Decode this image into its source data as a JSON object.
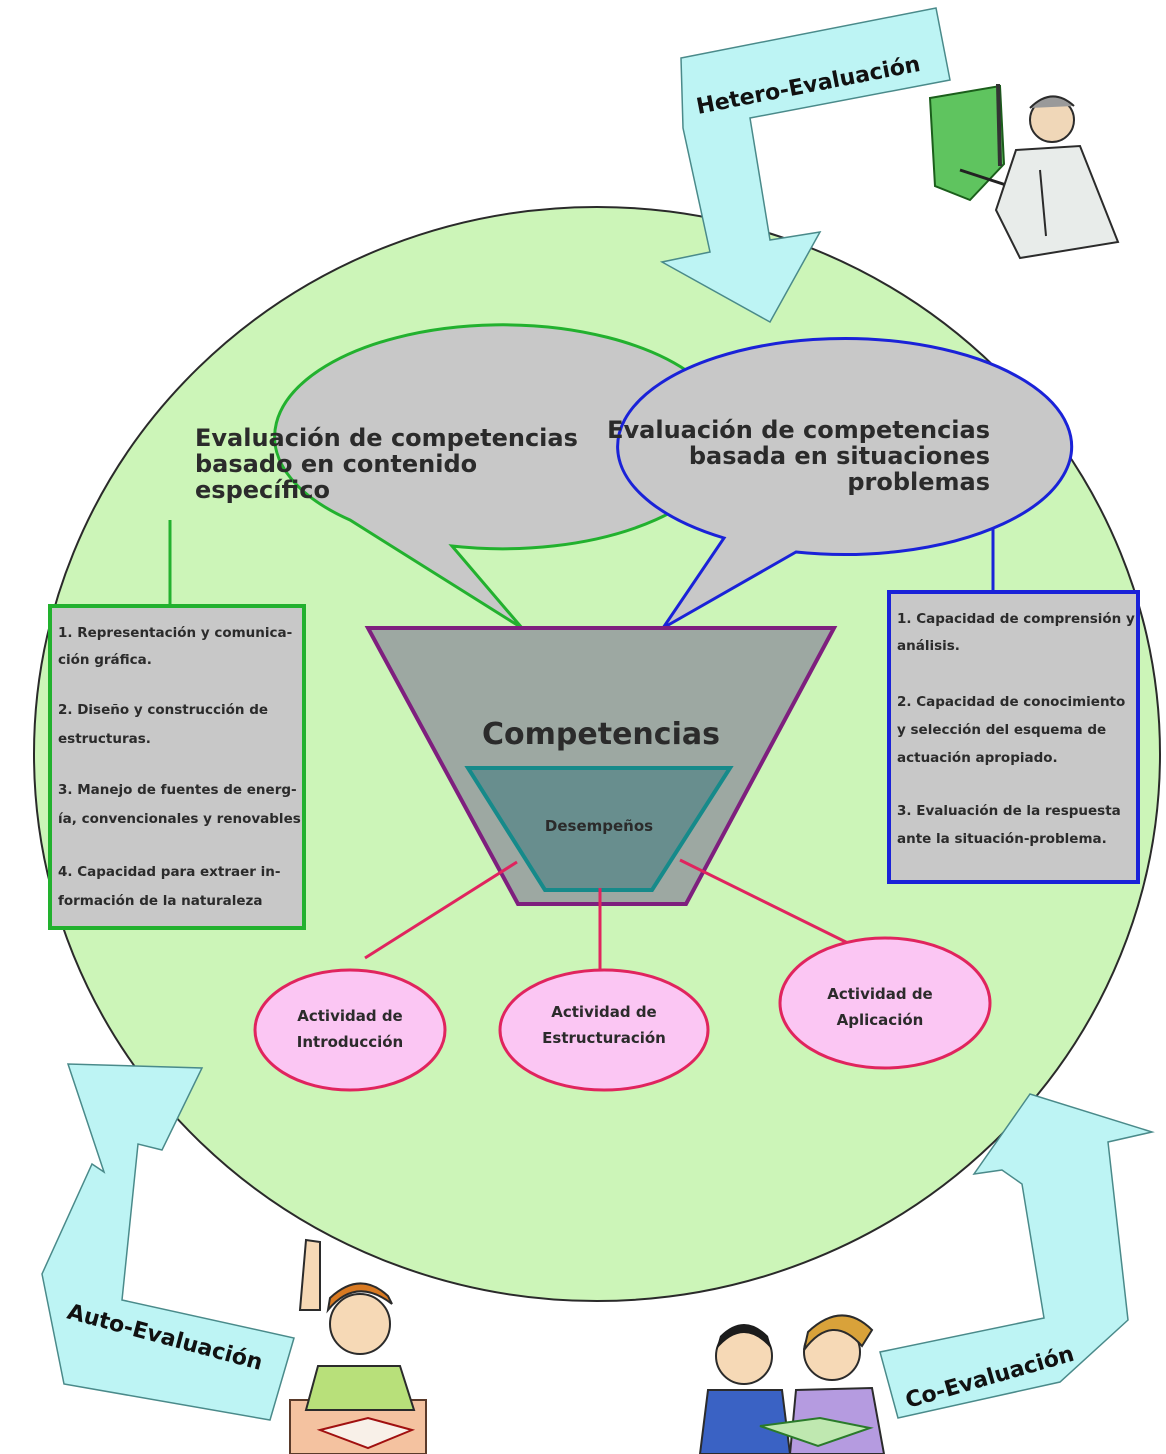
{
  "evaluations": {
    "hetero": "Hetero-Evaluación",
    "auto": "Auto-Evaluación",
    "co": "Co-Evaluación"
  },
  "left_bubble": {
    "lines": [
      "Evaluación de competencias",
      "basado en  contenido",
      "específico"
    ]
  },
  "right_bubble": {
    "lines": [
      "Evaluación de competencias",
      "basada en situaciones",
      "problemas"
    ]
  },
  "left_box": {
    "lines": [
      "1. Representación y comunica-",
      "ción gráfica.",
      "2. Diseño y construcción de",
      "estructuras.",
      "3. Manejo de fuentes de energ-",
      "ía, convencionales y renovables",
      "4. Capacidad para extraer in-",
      "formación de la naturaleza"
    ]
  },
  "right_box": {
    "lines": [
      "1. Capacidad de comprensión y",
      "análisis.",
      "2. Capacidad de conocimiento",
      "y selección del esquema de",
      "actuación apropiado.",
      "3. Evaluación de la respuesta",
      "ante la situación-problema."
    ]
  },
  "funnel": {
    "outer_label": "Competencias",
    "inner_label": "Desempeños"
  },
  "activities": [
    {
      "line1": "Actividad de",
      "line2": "Introducción"
    },
    {
      "line1": "Actividad de",
      "line2": "Estructuración"
    },
    {
      "line1": "Actividad de",
      "line2": "Aplicación"
    }
  ],
  "colors": {
    "circle": "#ccf5b8",
    "arrow": "#bdf4f4",
    "bubble": "#c8c8c8",
    "green_border": "#22b12e",
    "blue_border": "#1a22d8",
    "funnel": "#9da8a2",
    "funnel_border": "#7e1f7e",
    "inner_funnel": "#688e8e",
    "inner_border": "#168a8a",
    "activity_fill": "#fbc6f3",
    "activity_border": "#e0245e"
  }
}
